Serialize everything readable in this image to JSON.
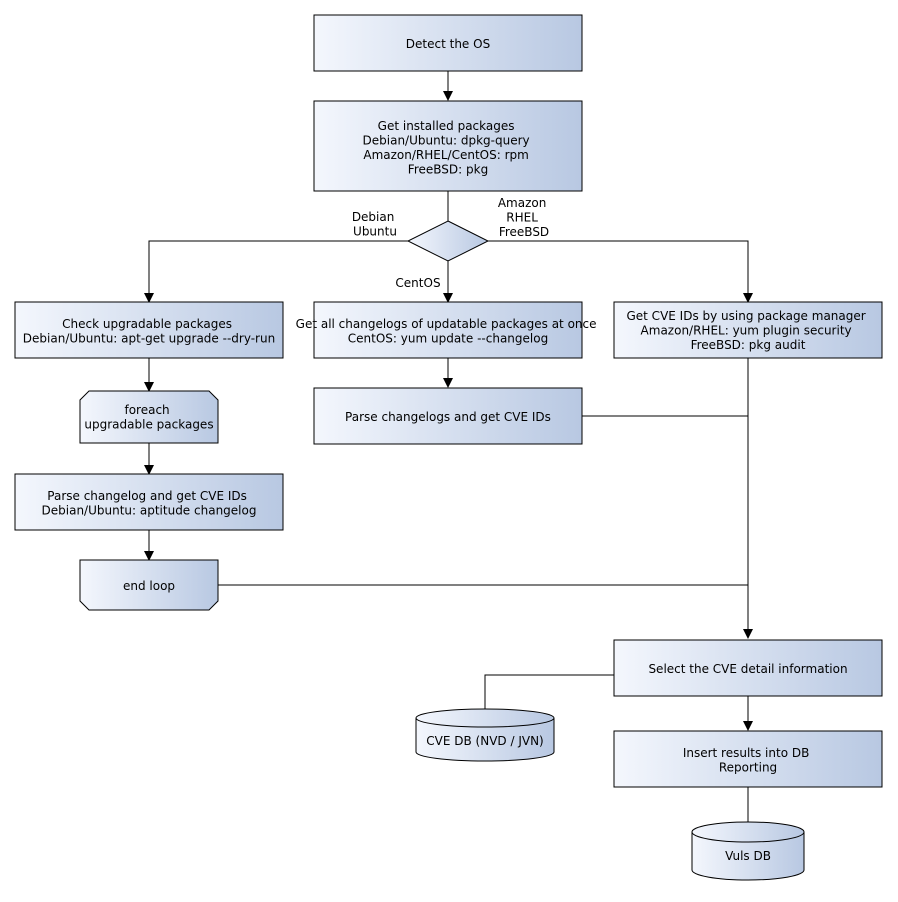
{
  "colors": {
    "fill_light": "#f4f7fd",
    "fill_dark": "#b8c8e2",
    "stroke": "#000000",
    "text": "#000000"
  },
  "nodes": {
    "detect_os": [
      "Detect the OS"
    ],
    "get_installed": [
      "Get installed packages",
      "Debian/Ubuntu: dpkg-query",
      "Amazon/RHEL/CentOS: rpm",
      "FreeBSD: pkg"
    ],
    "check_upgradable": [
      "Check upgradable packages",
      "Debian/Ubuntu: apt-get upgrade --dry-run"
    ],
    "foreach": [
      "foreach",
      "upgradable  packages"
    ],
    "parse_changelog_debian": [
      "Parse changelog and get  CVE IDs",
      "Debian/Ubuntu: aptitude changelog"
    ],
    "end_loop": [
      "end loop"
    ],
    "get_all_changelogs": [
      "Get all changelogs of updatable packages at once",
      "CentOS: yum update --changelog"
    ],
    "parse_changelogs_centos": [
      "Parse changelogs and get CVE IDs"
    ],
    "get_cve_pkg_manager": [
      "Get CVE IDs by using package manager",
      "Amazon/RHEL: yum plugin security",
      "FreeBSD: pkg audit"
    ],
    "select_cve_detail": [
      "Select the CVE detail information"
    ],
    "cve_db": [
      "CVE DB (NVD / JVN)"
    ],
    "insert_results": [
      "Insert results into DB",
      "Reporting"
    ],
    "vuls_db": [
      "Vuls DB"
    ]
  },
  "edge_labels": {
    "debian": [
      "Debian",
      "Ubuntu"
    ],
    "amazon": [
      "Amazon",
      "RHEL",
      "FreeBSD"
    ],
    "centos": [
      "CentOS"
    ]
  }
}
